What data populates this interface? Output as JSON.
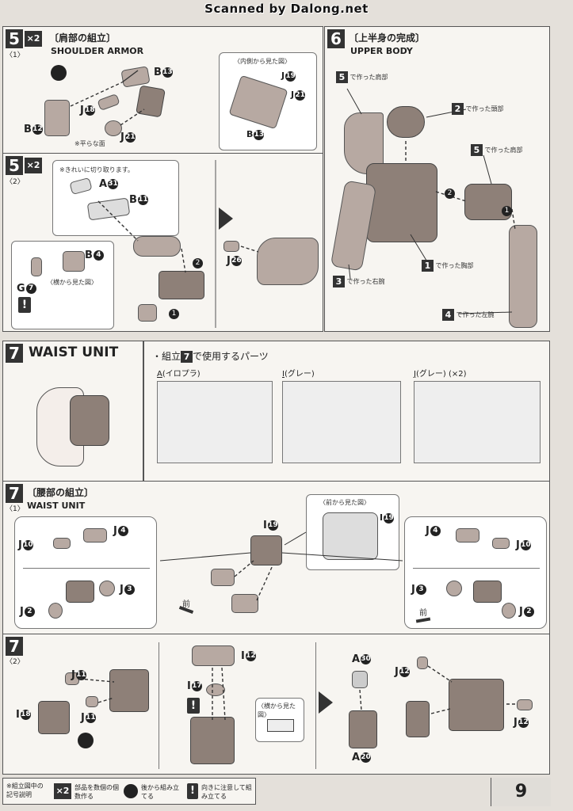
{
  "header": {
    "scan_credit": "Scanned by Dalong.net"
  },
  "step5_1": {
    "number": "5",
    "sub": "〈1〉",
    "multiplier": "×2",
    "title_jp": "〔肩部の組立〕",
    "title_en": "SHOULDER ARMOR",
    "inset_caption": "〈内側から見た図〉",
    "labels": {
      "b13": "B",
      "j18": "J",
      "b12": "B",
      "j21": "J",
      "inset_j19": "J",
      "inset_j21": "J",
      "inset_b13": "B"
    },
    "nums": {
      "b13": "13",
      "j18": "18",
      "b12": "12",
      "j21": "21",
      "j19": "19"
    },
    "note_flat": "※平らな面"
  },
  "step5_2": {
    "number": "5",
    "sub": "〈2〉",
    "multiplier": "×2",
    "note_cut": "※きれいに切り取ります。",
    "labels": {
      "a31": "A",
      "b11": "B",
      "b4": "B",
      "g7": "G",
      "j26": "J"
    },
    "nums": {
      "a31": "31",
      "b11": "11",
      "b4": "4",
      "g7": "7",
      "j26": "26",
      "c1": "1",
      "c2": "2"
    },
    "side_caption": "〈横から見た図〉",
    "warn": "!"
  },
  "step6": {
    "number": "6",
    "title_jp": "〔上半身の完成〕",
    "title_en": "UPPER BODY",
    "callouts": [
      {
        "num": "5",
        "text": "で作った肩部"
      },
      {
        "num": "2",
        "text": "で作った頭部"
      },
      {
        "num": "5",
        "text": "で作った肩部"
      },
      {
        "num": "1",
        "text": "で作った胸部"
      },
      {
        "num": "3",
        "text": "で作った右腕"
      },
      {
        "num": "4",
        "text": "で作った左腕"
      }
    ],
    "order": {
      "c1": "1",
      "c2": "2"
    }
  },
  "step7_intro": {
    "number": "7",
    "title": "WAIST UNIT",
    "parts_label_pre": "・組立",
    "parts_label_num": "7",
    "parts_label_post": "で使用するパーツ",
    "sprues": [
      {
        "name": "A",
        "desc": "(イロプラ)",
        "mult": ""
      },
      {
        "name": "I",
        "desc": "(グレー)",
        "mult": ""
      },
      {
        "name": "J",
        "desc": "(グレー)",
        "mult": "(×2)"
      }
    ]
  },
  "step7_1": {
    "number": "7",
    "sub": "〈1〉",
    "title_jp": "〔腰部の組立〕",
    "title_en": "WAIST UNIT",
    "front_caption": "〈前から見た図〉",
    "front_word": "前",
    "labels": {
      "j10a": "J",
      "j4a": "J",
      "j2a": "J",
      "j3a": "J",
      "i19": "I",
      "inset_i19": "I",
      "j4b": "J",
      "j10b": "J",
      "j3b": "J",
      "j2b": "J"
    },
    "nums": {
      "j10": "10",
      "j4": "4",
      "j2": "2",
      "j3": "3",
      "i19": "19"
    }
  },
  "step7_2": {
    "number": "7",
    "sub": "〈2〉",
    "labels": {
      "j11a": "J",
      "j11b": "J",
      "i18": "I",
      "i12": "I",
      "i17": "I",
      "a30": "A",
      "a20": "A",
      "j12a": "J",
      "j12b": "J"
    },
    "nums": {
      "j11": "11",
      "i18": "18",
      "i12": "12",
      "i17": "17",
      "a30": "30",
      "a20": "20",
      "j12": "12"
    },
    "side_caption": "〈横から見た図〉",
    "warn": "!"
  },
  "legend": {
    "title": "※組立図中の記号説明",
    "items": [
      {
        "icon": "×2",
        "text": "部品を数個の個数作る"
      },
      {
        "icon": "●",
        "text": "後から組み立てる"
      },
      {
        "icon": "!",
        "text": "向きに注意して組み立てる"
      }
    ]
  },
  "page_number": "9",
  "colors": {
    "panel": "#f7f5f1",
    "ink": "#333333",
    "part": "#b7a9a2",
    "page_bg": "#e4e0da"
  }
}
